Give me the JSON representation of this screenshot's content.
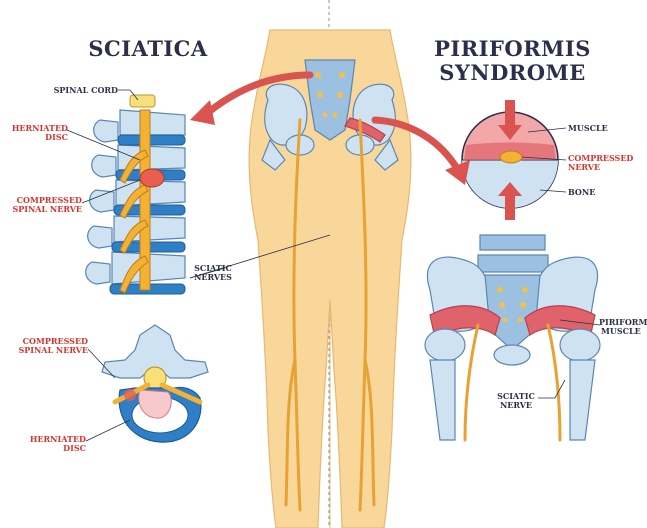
{
  "titles": {
    "left": "SCIATICA",
    "right_line1": "PIRIFORMIS",
    "right_line2": "SYNDROME"
  },
  "labels": {
    "spinal_cord": "SPINAL CORD",
    "herniated_disc_1a": "HERNIATED",
    "herniated_disc_1b": "DISC",
    "compressed_nerve_1a": "COMPRESSED",
    "compressed_nerve_1b": "SPINAL NERVE",
    "sciatic_nerves_a": "SCIATIC",
    "sciatic_nerves_b": "NERVES",
    "compressed_nerve_2a": "COMPRESSED",
    "compressed_nerve_2b": "SPINAL NERVE",
    "herniated_disc_2a": "HERNIATED",
    "herniated_disc_2b": "DISC",
    "muscle": "MUSCLE",
    "compressed_nerve_3a": "COMPRESSED",
    "compressed_nerve_3b": "NERVE",
    "bone": "BONE",
    "piriformis_muscle_a": "PIRIFORMIS",
    "piriformis_muscle_b": "MUSCLE",
    "sciatic_nerve_a": "SCIATIC",
    "sciatic_nerve_b": "NERVE"
  },
  "colors": {
    "skin": "#f9d79a",
    "bone": "#cfe2f1",
    "bone_dark": "#6d9cc7",
    "nerve": "#e8a233",
    "disc": "#2f7fc6",
    "muscle": "#e0626a",
    "arrow": "#d9534f",
    "label_red": "#d6352e",
    "label_dark": "#2b2f4a"
  }
}
